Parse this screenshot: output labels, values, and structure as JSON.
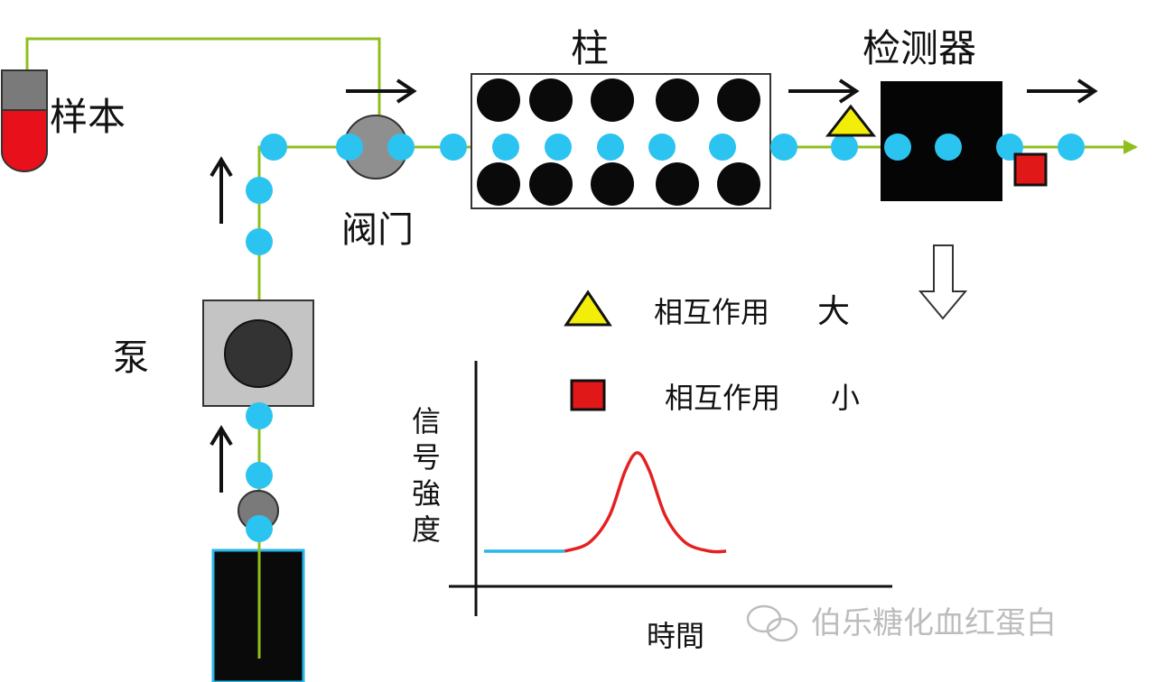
{
  "labels": {
    "sample": "样本",
    "valve": "阀门",
    "column": "柱",
    "detector": "检测器",
    "pump": "泵"
  },
  "legend": {
    "large": {
      "text": "相互作用",
      "size": "大"
    },
    "small": {
      "text": "相互作用",
      "size": "小"
    }
  },
  "chart": {
    "ylabel": "信号強度",
    "xlabel": "時間"
  },
  "chart_data": {
    "type": "line",
    "title": "",
    "xlabel": "時間",
    "ylabel": "信号強度",
    "grid": false,
    "legend": "none",
    "series": [
      {
        "color": "#29b6e8",
        "x": [
          0,
          1
        ],
        "y": [
          0.03,
          0.03
        ]
      },
      {
        "color": "#e52020",
        "x": [
          1.0,
          1.3,
          1.55,
          1.75,
          1.9,
          2.05,
          2.25,
          2.5,
          2.8,
          3.0
        ],
        "y": [
          0.03,
          0.1,
          0.32,
          0.7,
          0.85,
          0.7,
          0.32,
          0.1,
          0.03,
          0.03
        ]
      }
    ]
  },
  "watermark": "伯乐糖化血红蛋白",
  "colors": {
    "tube": "#8fbf1c",
    "particle": "#2bc4f0",
    "sample_red": "#e8101a",
    "triangle": "#f2ee0a",
    "square": "#e01818",
    "baseline": "#29b6e8",
    "peak": "#e52020"
  }
}
